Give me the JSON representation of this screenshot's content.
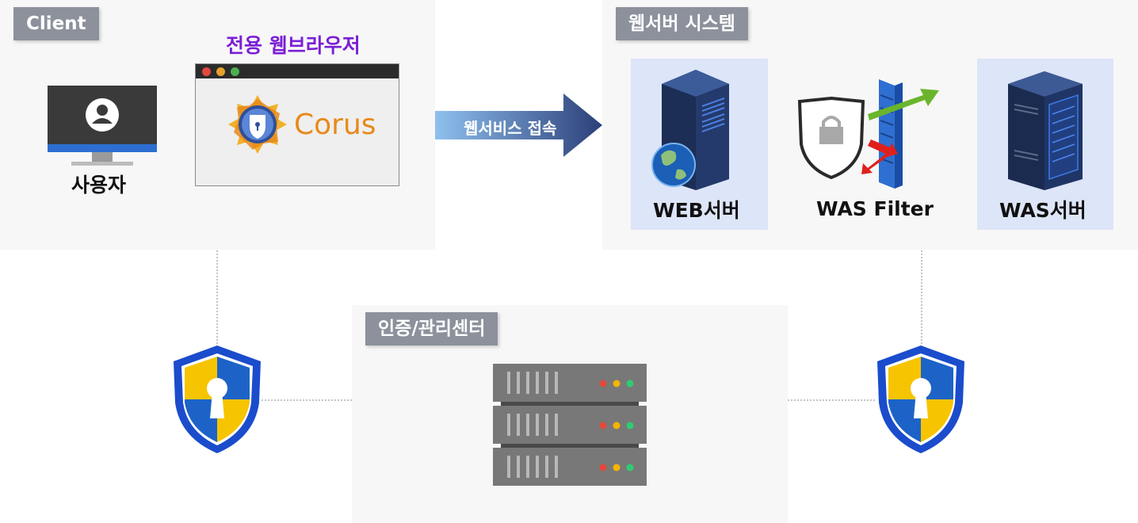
{
  "client": {
    "tag": "Client",
    "user_label": "사용자",
    "browser_title": "전용 웹브라우저",
    "browser_logo_text": "Corus",
    "browser_dot_colors": [
      "#e2493c",
      "#e8a12b",
      "#4caf50"
    ]
  },
  "arrow": {
    "label": "웹서비스 접속"
  },
  "web_system": {
    "tag": "웹서버 시스템",
    "web_server_label": "WEB서버",
    "filter_label": "WAS Filter",
    "was_server_label": "WAS서버"
  },
  "auth_center": {
    "tag": "인증/관리센터",
    "led_colors": [
      "#e2493c",
      "#f4b400",
      "#2ecc71"
    ]
  },
  "colors": {
    "panel_bg": "#f7f7f7",
    "tag_bg": "#8c919c",
    "card_bg": "#dde5f8",
    "browser_title": "#7a1fd6",
    "corus_orange": "#e8891a",
    "shield_blue": "#1d63c7",
    "shield_yellow": "#f6c400"
  }
}
